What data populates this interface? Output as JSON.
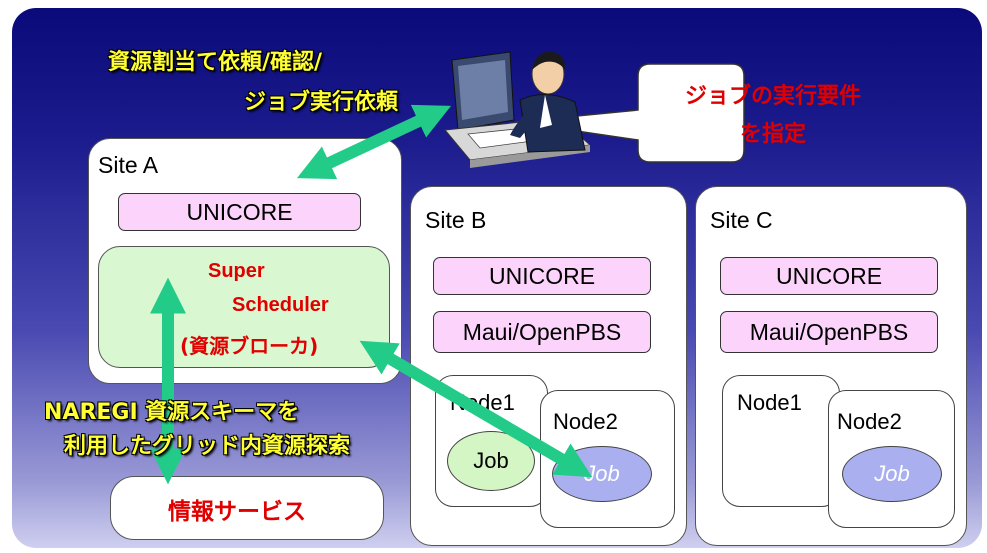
{
  "top_label": {
    "line1": "資源割当て依頼/確認/",
    "line2": "ジョブ実行依頼"
  },
  "callout": {
    "line1": "ジョブの実行要件",
    "line2": "を指定"
  },
  "site_a": {
    "label": "Site A",
    "unicore": "UNICORE",
    "scheduler": {
      "line1": "Super",
      "line2": "Scheduler",
      "line3": "(資源ブローカ)"
    }
  },
  "site_b": {
    "label": "Site B",
    "unicore": "UNICORE",
    "batch": "Maui/OpenPBS",
    "node1": "Node1",
    "node2": "Node2",
    "job1": "Job",
    "job2": "Job"
  },
  "site_c": {
    "label": "Site C",
    "unicore": "UNICORE",
    "batch": "Maui/OpenPBS",
    "node1": "Node1",
    "node2": "Node2",
    "job": "Job"
  },
  "naregi_label": {
    "line1": "NAREGI 資源スキーマを",
    "line2": "利用したグリッド内資源探索"
  },
  "info_service": "情報サービス",
  "colors": {
    "arrow": "#22cc88",
    "pill": "#fbd3fb",
    "scheduler_bg": "#d9f7d0",
    "job_green": "#d4f5c4",
    "job_blue": "#aab0ef",
    "highlight_text": "#ffff33",
    "red_text": "#e00000"
  }
}
